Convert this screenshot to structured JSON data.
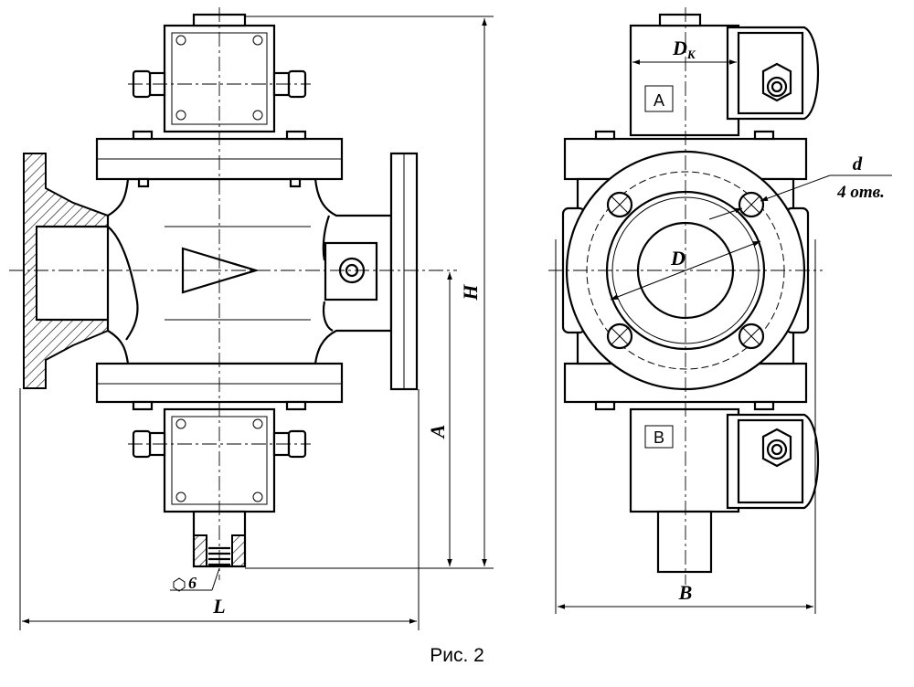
{
  "figure": {
    "caption": "Рис. 2",
    "views": {
      "front": {
        "dim_labels": {
          "L": "L",
          "H": "H",
          "A": "A",
          "hex": "6"
        }
      },
      "side": {
        "dim_labels": {
          "B": "B",
          "D": "D",
          "Dk_main": "D",
          "Dk_sub": "К",
          "d": "d",
          "holes": "4 отв."
        },
        "coil_labels": {
          "top": "A",
          "bottom": "B"
        }
      }
    }
  }
}
